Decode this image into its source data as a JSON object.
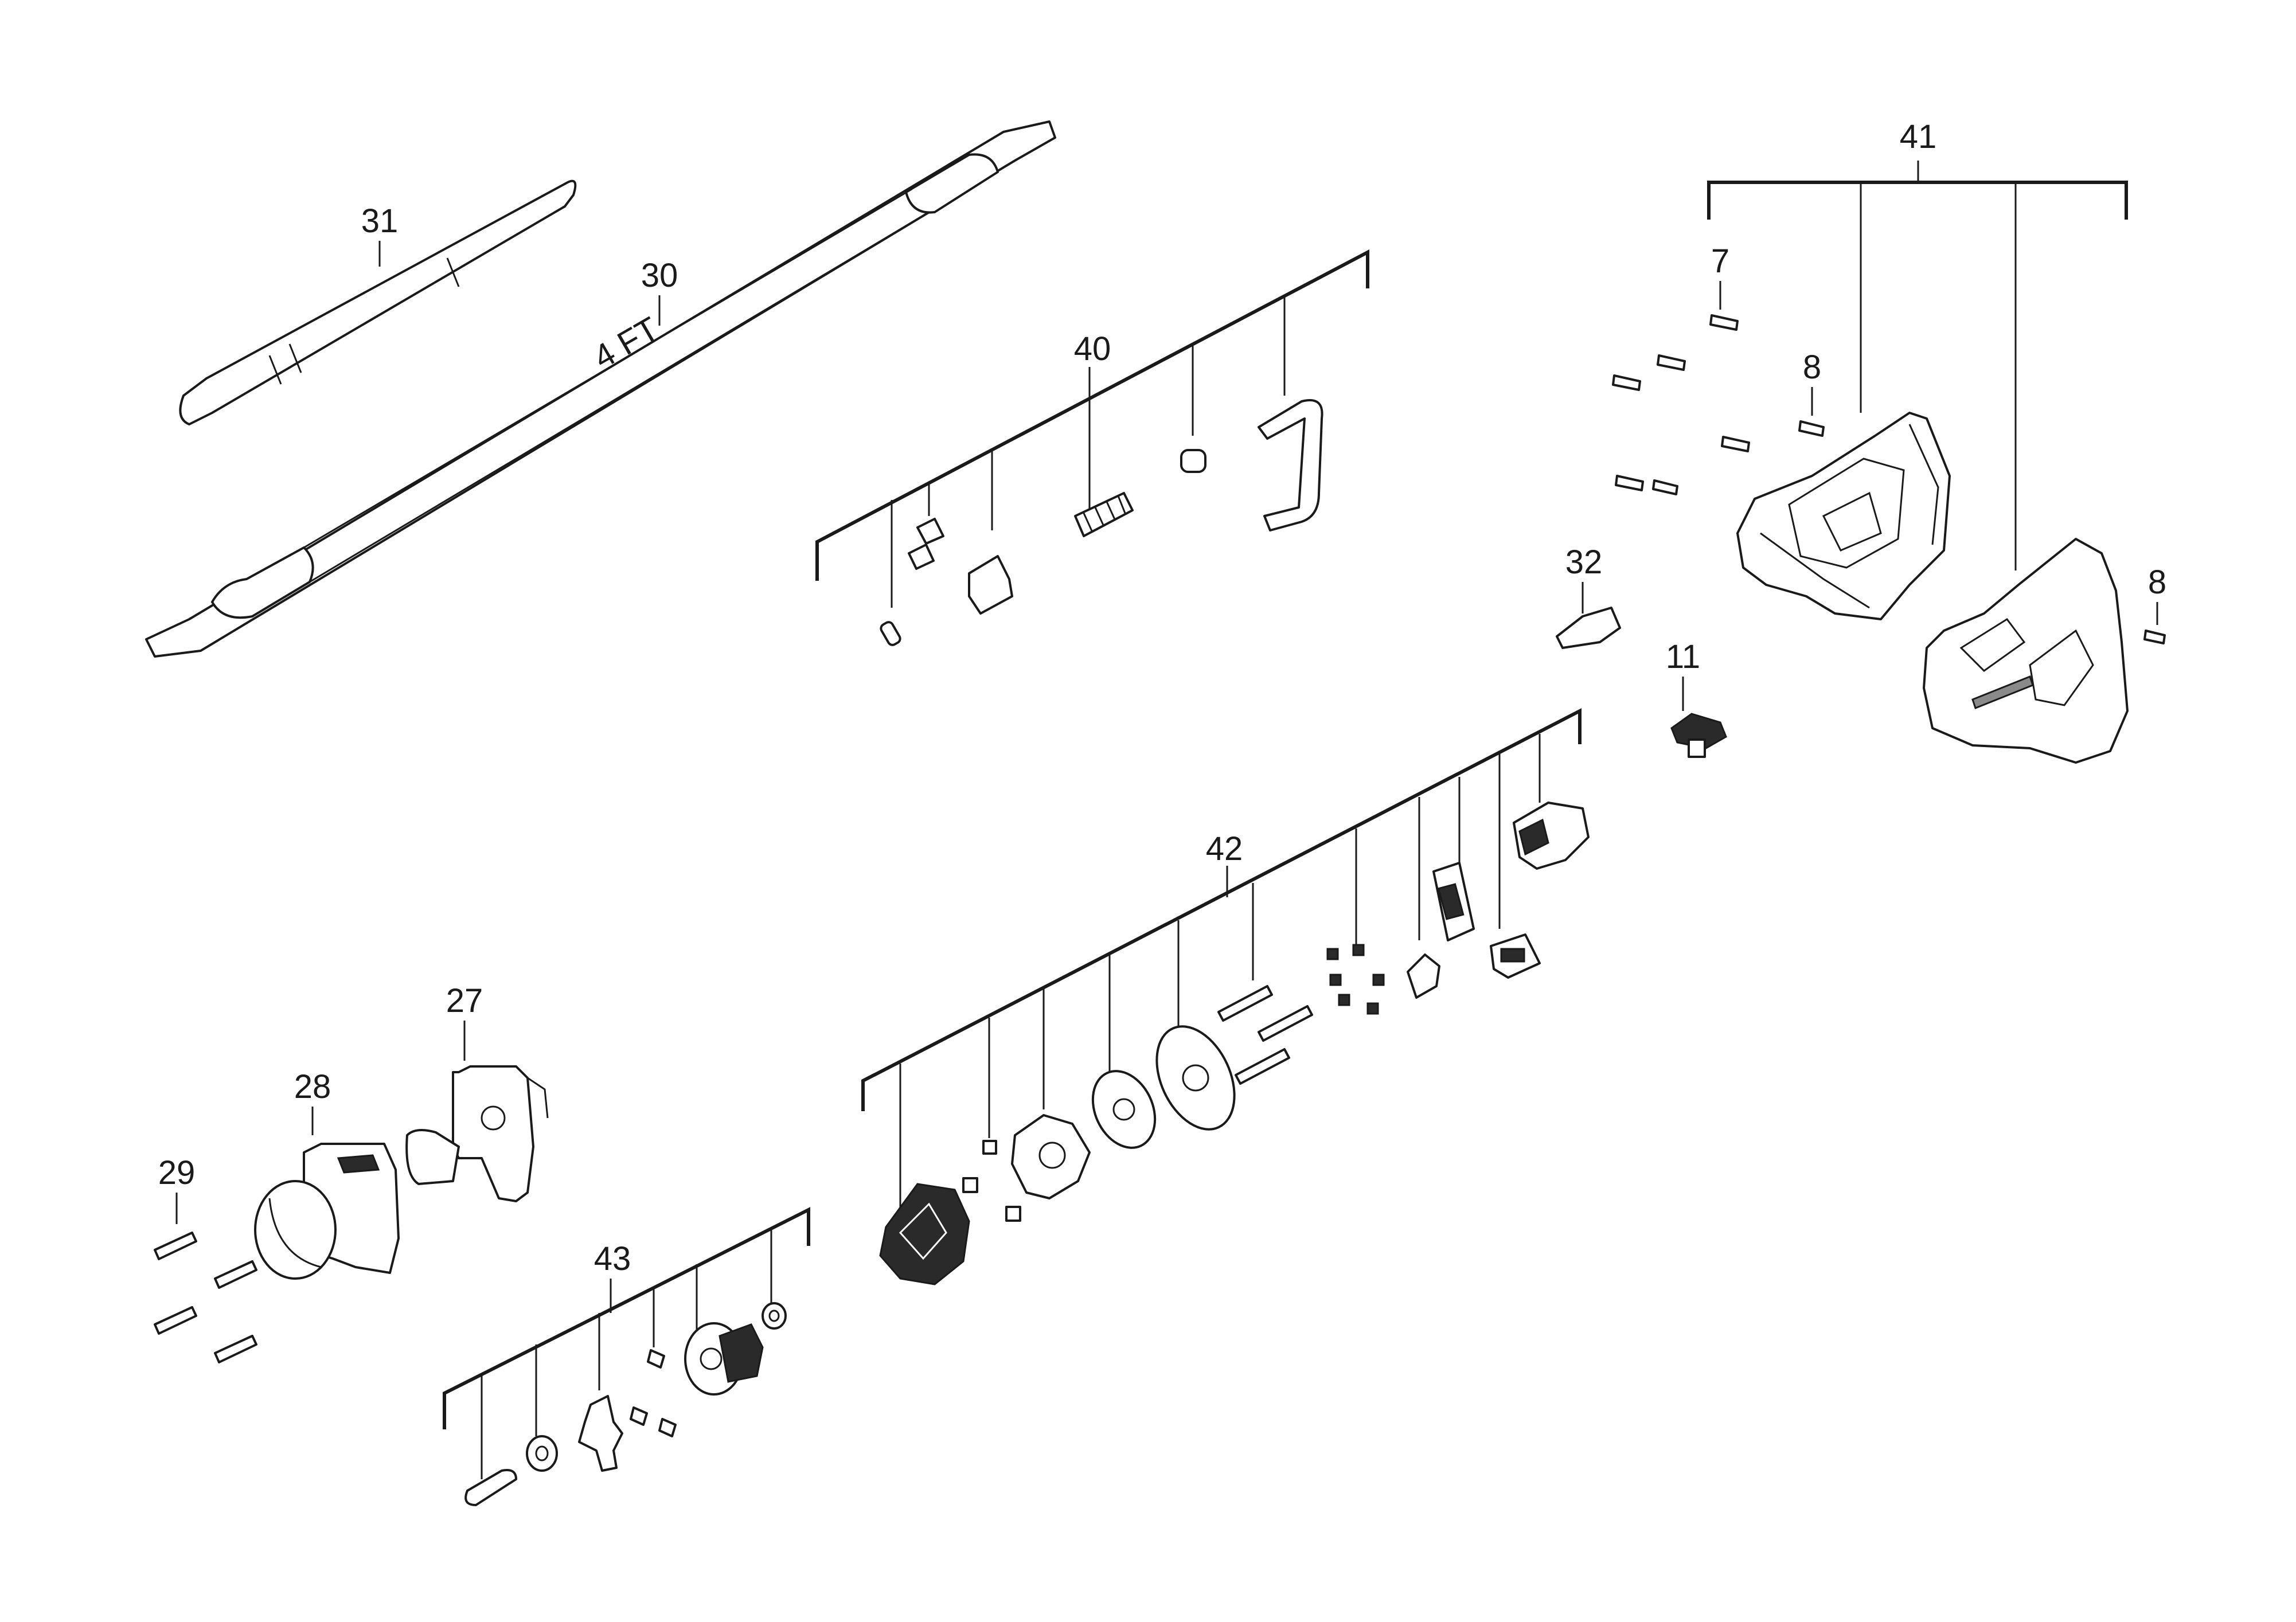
{
  "callouts": [
    {
      "id": "31",
      "label": "31"
    },
    {
      "id": "30",
      "label": "30"
    },
    {
      "id": "40",
      "label": "40"
    },
    {
      "id": "41",
      "label": "41"
    },
    {
      "id": "7",
      "label": "7"
    },
    {
      "id": "8a",
      "label": "8"
    },
    {
      "id": "8b",
      "label": "8"
    },
    {
      "id": "32",
      "label": "32"
    },
    {
      "id": "11",
      "label": "11"
    },
    {
      "id": "42",
      "label": "42"
    },
    {
      "id": "27",
      "label": "27"
    },
    {
      "id": "28",
      "label": "28"
    },
    {
      "id": "29",
      "label": "29"
    },
    {
      "id": "43",
      "label": "43"
    }
  ],
  "shaft_markings": {
    "length_text": "4 FT"
  },
  "colors": {
    "line": "#1a1a1a",
    "background": "#ffffff"
  }
}
